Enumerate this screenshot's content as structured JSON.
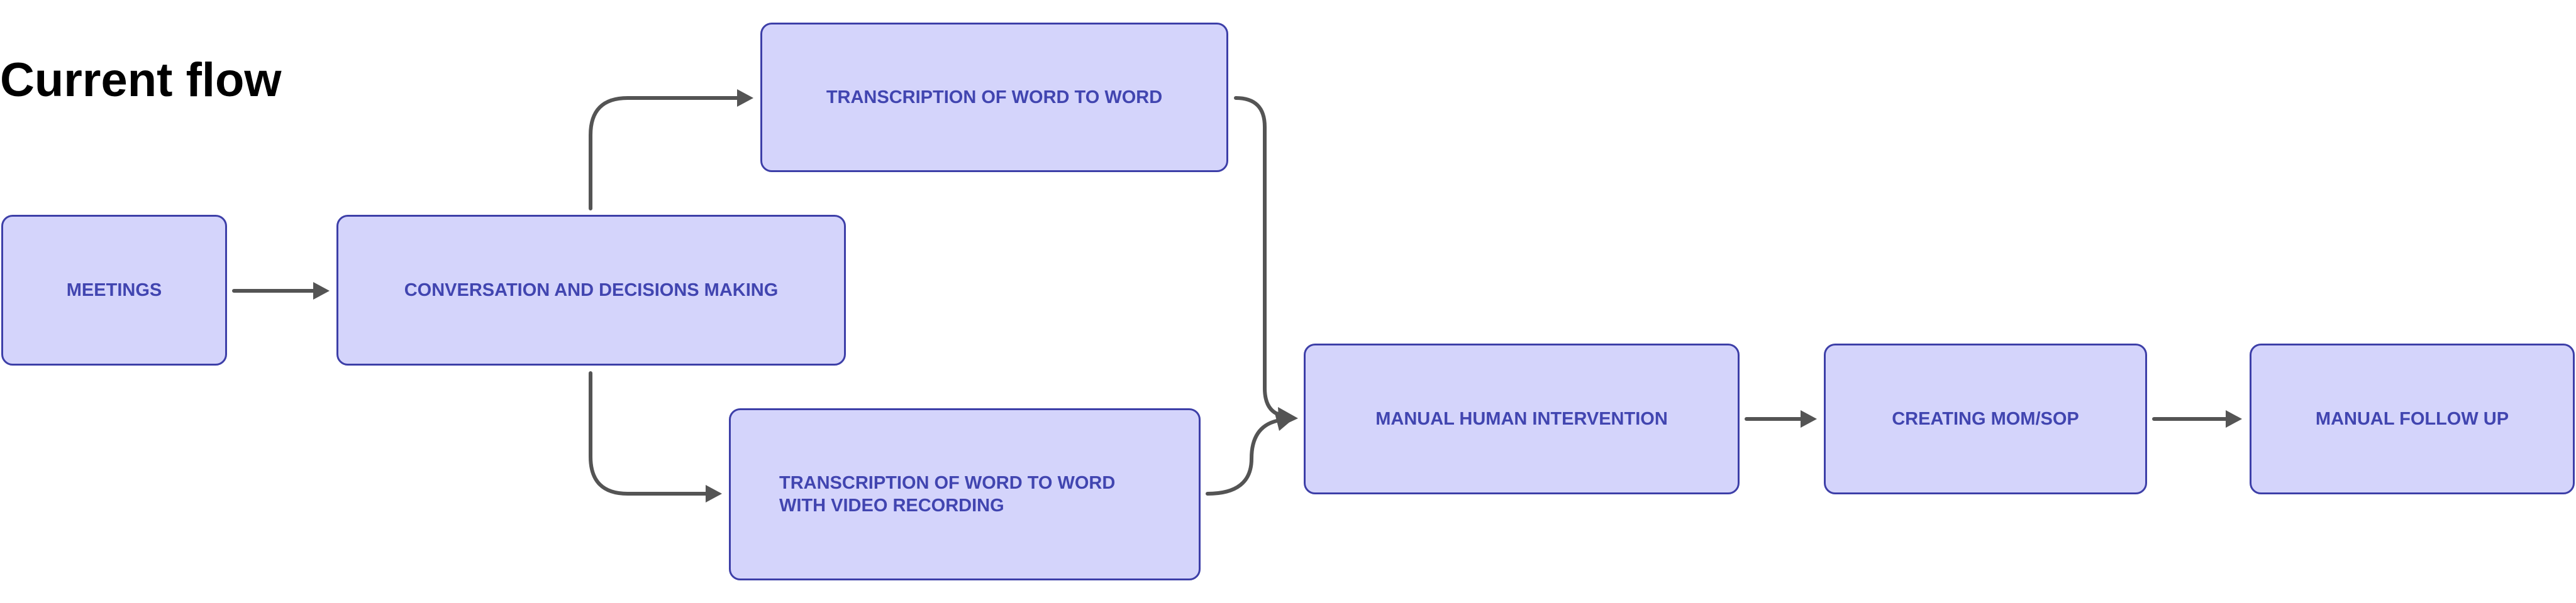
{
  "diagram": {
    "title": "Current flow",
    "nodes": {
      "meetings": "MEETINGS",
      "conversation": "CONVERSATION AND DECISIONS MAKING",
      "transcription": "TRANSCRIPTION OF WORD TO WORD",
      "transcription_video": "TRANSCRIPTION OF WORD TO WORD\nWITH VIDEO RECORDING",
      "manual_intervention": "MANUAL HUMAN  INTERVENTION",
      "creating_mom": "CREATING MOM/SOP",
      "manual_follow_up": "MANUAL FOLLOW UP"
    },
    "edges": [
      {
        "from": "meetings",
        "to": "conversation"
      },
      {
        "from": "conversation",
        "to": "transcription"
      },
      {
        "from": "conversation",
        "to": "transcription_video"
      },
      {
        "from": "transcription",
        "to": "manual_intervention"
      },
      {
        "from": "transcription_video",
        "to": "manual_intervention"
      },
      {
        "from": "manual_intervention",
        "to": "creating_mom"
      },
      {
        "from": "creating_mom",
        "to": "manual_follow_up"
      }
    ],
    "colors": {
      "node_fill": "#d4d4fb",
      "node_border": "#3d3fa8",
      "node_text": "#4145b0",
      "arrow": "#545454",
      "title": "#000000"
    }
  }
}
